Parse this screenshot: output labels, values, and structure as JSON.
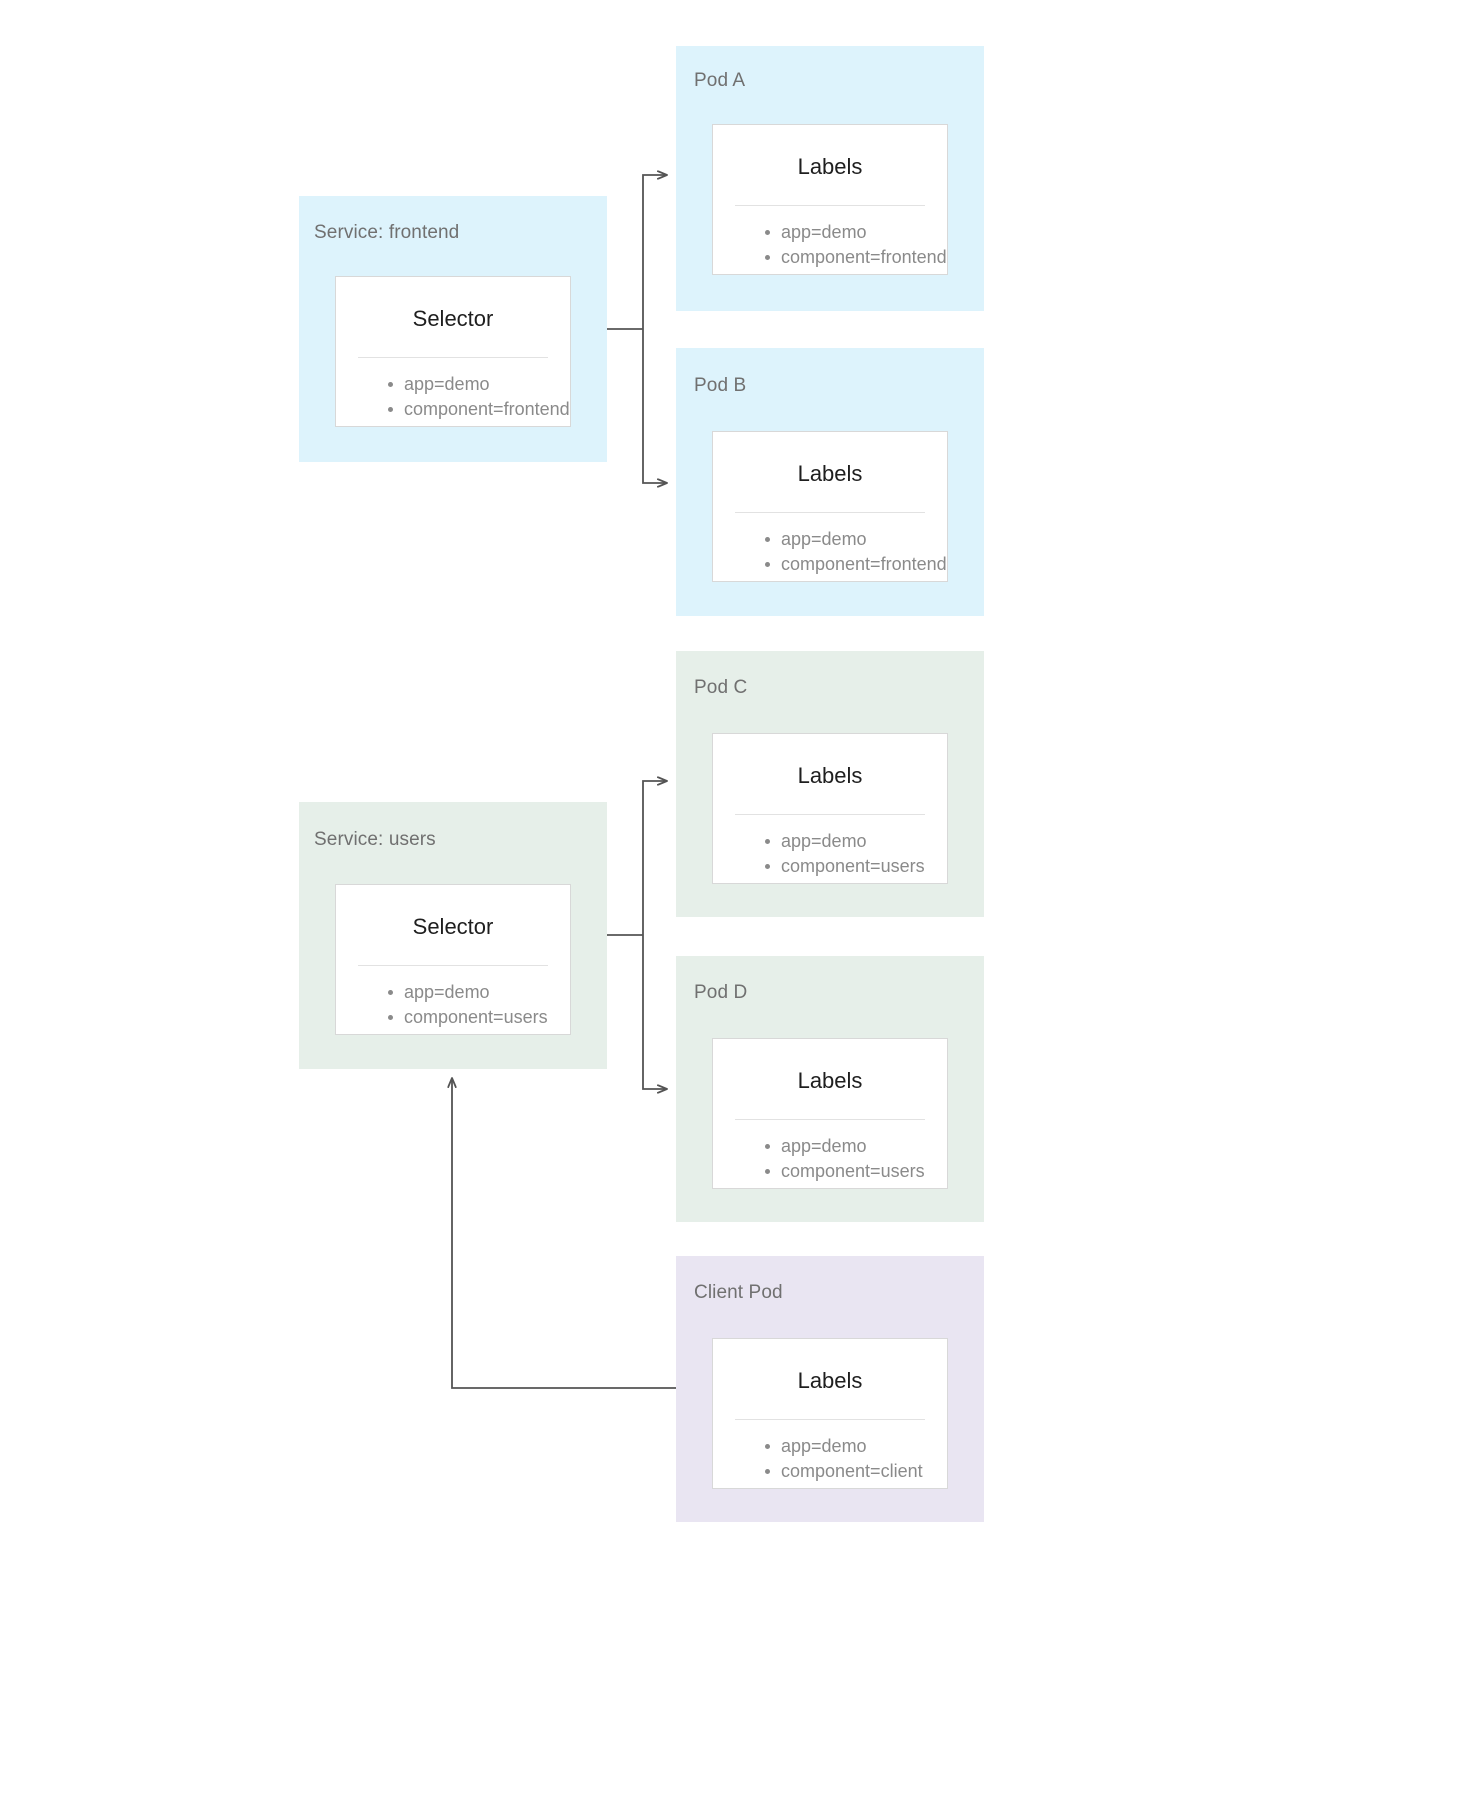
{
  "diagram": {
    "title": "Kubernetes Service label selector to Pod labels mapping",
    "colors": {
      "frontend_group_bg": "#ddf3fc",
      "users_group_bg": "#e6efe9",
      "client_group_bg": "#e9e5f2",
      "card_bg": "#ffffff",
      "card_border": "#d8d8d8",
      "rule": "#e2e2e2",
      "group_title_text": "#707070",
      "card_title_text": "#1f1f1f",
      "list_text": "#8a8a8a",
      "connector": "#545454"
    }
  },
  "groups": [
    {
      "id": "service-frontend",
      "title": "Service: frontend",
      "kind": "service",
      "bg": "#ddf3fc",
      "card": {
        "title": "Selector",
        "items": [
          "app=demo",
          "component=frontend"
        ]
      }
    },
    {
      "id": "pod-a",
      "title": "Pod A",
      "kind": "pod",
      "bg": "#ddf3fc",
      "card": {
        "title": "Labels",
        "items": [
          "app=demo",
          "component=frontend"
        ]
      }
    },
    {
      "id": "pod-b",
      "title": "Pod B",
      "kind": "pod",
      "bg": "#ddf3fc",
      "card": {
        "title": "Labels",
        "items": [
          "app=demo",
          "component=frontend"
        ]
      }
    },
    {
      "id": "service-users",
      "title": "Service: users",
      "kind": "service",
      "bg": "#e6efe9",
      "card": {
        "title": "Selector",
        "items": [
          "app=demo",
          "component=users"
        ]
      }
    },
    {
      "id": "pod-c",
      "title": "Pod C",
      "kind": "pod",
      "bg": "#e6efe9",
      "card": {
        "title": "Labels",
        "items": [
          "app=demo",
          "component=users"
        ]
      }
    },
    {
      "id": "pod-d",
      "title": "Pod D",
      "kind": "pod",
      "bg": "#e6efe9",
      "card": {
        "title": "Labels",
        "items": [
          "app=demo",
          "component=users"
        ]
      }
    },
    {
      "id": "client-pod",
      "title": "Client Pod",
      "kind": "pod",
      "bg": "#e9e5f2",
      "card": {
        "title": "Labels",
        "items": [
          "app=demo",
          "component=client"
        ]
      }
    }
  ],
  "connectors": [
    {
      "id": "frontend-to-pod-a",
      "from": "service-frontend",
      "to": "pod-a",
      "arrow": "to"
    },
    {
      "id": "frontend-to-pod-b",
      "from": "service-frontend",
      "to": "pod-b",
      "arrow": "to"
    },
    {
      "id": "users-to-pod-c",
      "from": "service-users",
      "to": "pod-c",
      "arrow": "to"
    },
    {
      "id": "users-to-pod-d",
      "from": "service-users",
      "to": "pod-d",
      "arrow": "to"
    },
    {
      "id": "client-to-users",
      "from": "client-pod",
      "to": "service-users",
      "arrow": "to"
    }
  ]
}
